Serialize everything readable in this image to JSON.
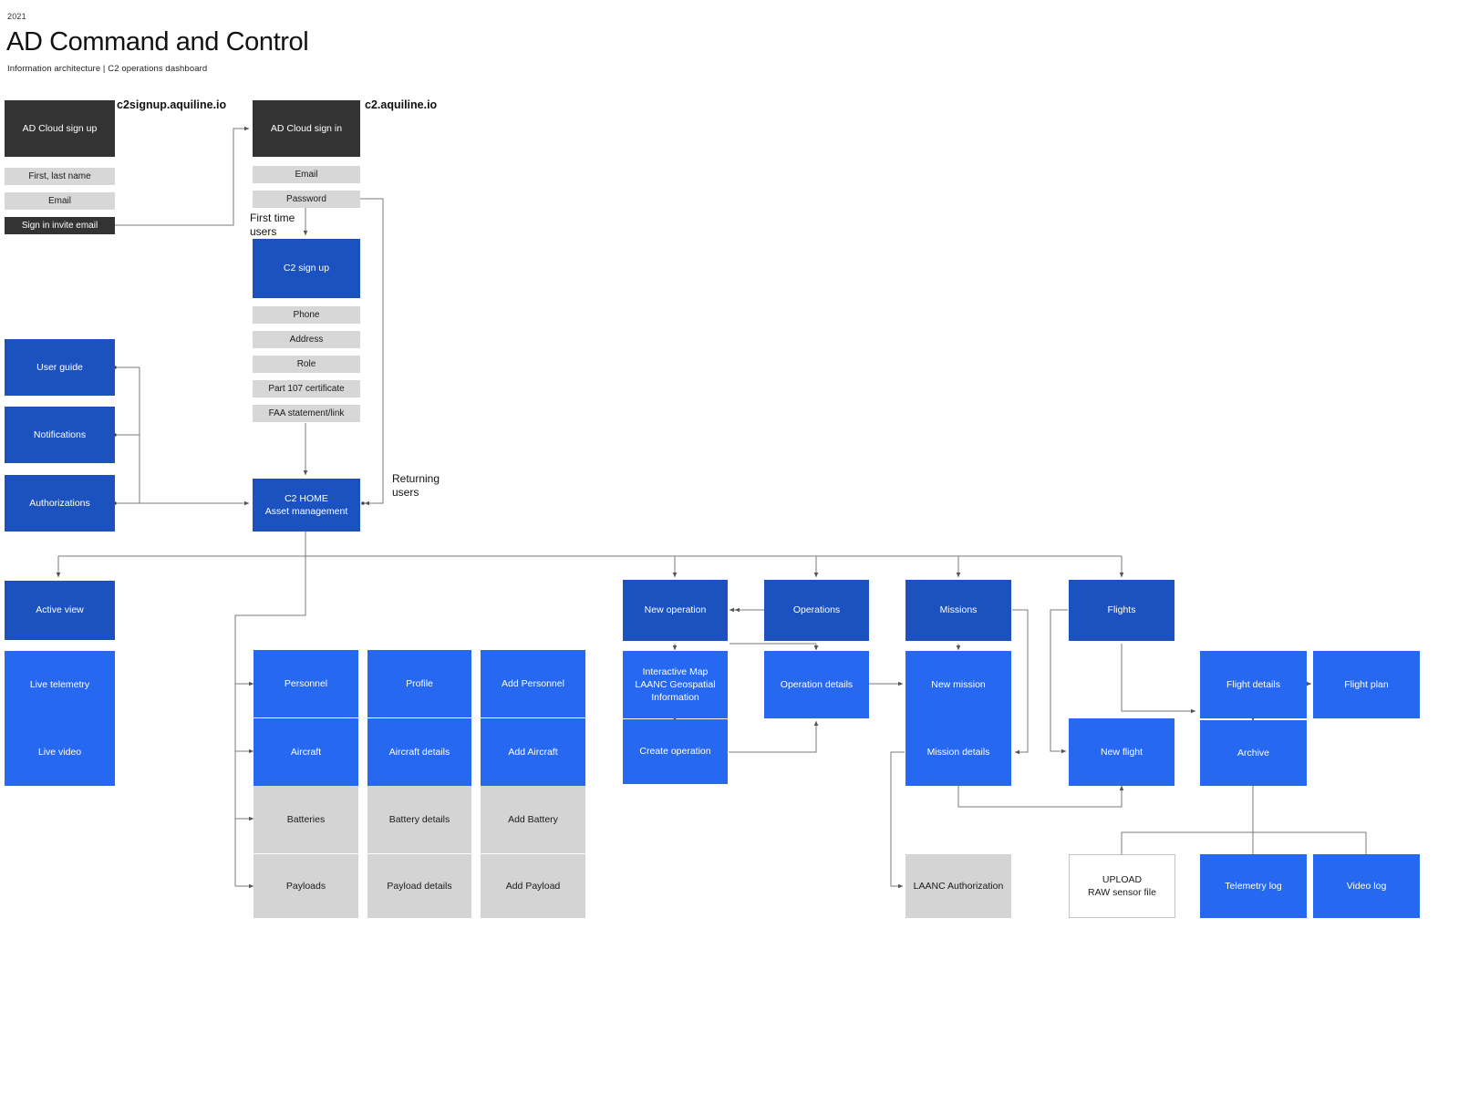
{
  "header": {
    "year": "2021",
    "title": "AD Command and Control",
    "subtitle": "Information architecture  |  C2 operations dashboard"
  },
  "labels": {
    "url_signup": "c2signup.aquiline.io",
    "url_signin": "c2.aquiline.io",
    "first_time_users": "First time\nusers",
    "returning_users": "Returning\nusers"
  },
  "colors": {
    "dark": "#333333",
    "field_gray": "#d7d7d7",
    "blue_dark": "#1c52c0",
    "blue_light": "#2668ef",
    "gray_node": "#d4d4d4",
    "edge": "#7a7a7a",
    "white_node": "#ffffff"
  },
  "nodes": {
    "ad_cloud_sign_up": "AD Cloud sign up",
    "first_last_name": "First, last name",
    "signup_email": "Email",
    "sign_in_invite_email": "Sign in invite email",
    "ad_cloud_sign_in": "AD Cloud sign in",
    "signin_email": "Email",
    "signin_password": "Password",
    "c2_sign_up": "C2 sign up",
    "phone": "Phone",
    "address": "Address",
    "role": "Role",
    "part_107_certificate": "Part 107 certificate",
    "faa_statement_link": "FAA statement/link",
    "user_guide": "User guide",
    "notifications": "Notifications",
    "authorizations": "Authorizations",
    "c2_home": "C2 HOME\nAsset management",
    "active_view": "Active view",
    "live_telemetry": "Live telemetry",
    "live_video": "Live video",
    "personnel": "Personnel",
    "profile": "Profile",
    "add_personnel": "Add Personnel",
    "aircraft": "Aircraft",
    "aircraft_details": "Aircraft details",
    "add_aircraft": "Add Aircraft",
    "batteries": "Batteries",
    "battery_details": "Battery details",
    "add_battery": "Add Battery",
    "payloads": "Payloads",
    "payload_details": "Payload details",
    "add_payload": "Add Payload",
    "new_operation": "New operation",
    "interactive_map": "Interactive Map\nLAANC Geospatial\nInformation",
    "create_operation": "Create operation",
    "operations": "Operations",
    "operation_details": "Operation details",
    "missions": "Missions",
    "new_mission": "New mission",
    "mission_details": "Mission details",
    "laanc_authorization": "LAANC Authorization",
    "flights": "Flights",
    "new_flight": "New flight",
    "flight_details": "Flight details",
    "flight_plan": "Flight plan",
    "archive": "Archive",
    "upload_raw_sensor_file": "UPLOAD\nRAW sensor file",
    "telemetry_log": "Telemetry log",
    "video_log": "Video log"
  }
}
